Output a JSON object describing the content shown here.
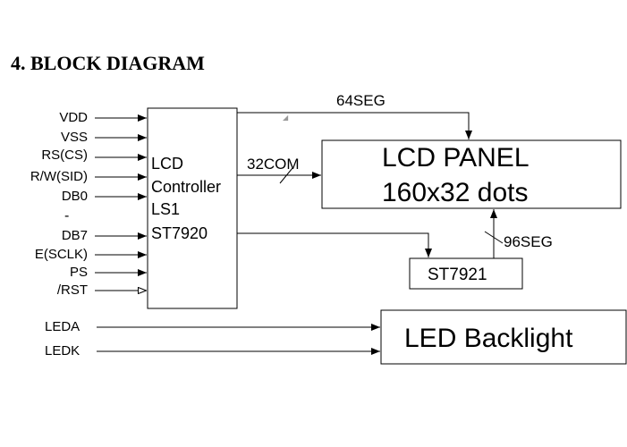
{
  "title": "4.  BLOCK DIAGRAM",
  "pins": {
    "vdd": "VDD",
    "vss": "VSS",
    "rs": "RS(CS)",
    "rw": "R/W(SID)",
    "db0": "DB0",
    "dash": "-",
    "db7": "DB7",
    "e": "E(SCLK)",
    "ps": "PS",
    "rst": "/RST",
    "leda": "LEDA",
    "ledk": "LEDK"
  },
  "controller": {
    "line1": "LCD",
    "line2": "Controller",
    "line3": "LS1",
    "line4": "ST7920"
  },
  "bus": {
    "seg64": "64SEG",
    "com32": "32COM",
    "seg96": "96SEG"
  },
  "panel": {
    "line1": "LCD  PANEL",
    "line2": "160x32 dots"
  },
  "driver": "ST7921",
  "backlight": "LED Backlight"
}
